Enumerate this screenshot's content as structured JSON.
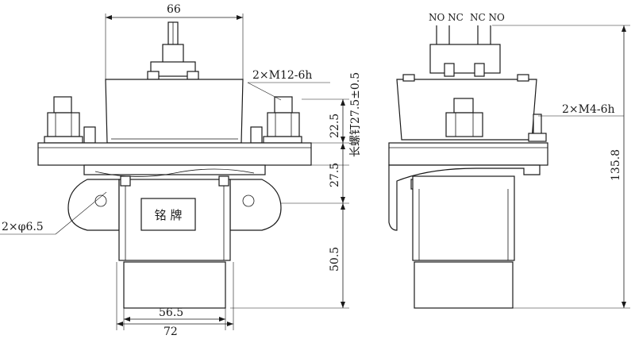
{
  "front_view": {
    "dim_top_width": "66",
    "dim_terminal_thread": "2×M12-6h",
    "dim_mount_holes": "2×φ6.5",
    "dim_bottom_inner": "56.5",
    "dim_bottom_outer": "72",
    "nameplate": "铭 牌",
    "dim_right_22": "22.5",
    "dim_right_27": "27.5",
    "dim_right_50": "50.5",
    "long_screw_label": "长螺钉27.5±0.5"
  },
  "side_view": {
    "contacts_left": "NO NC",
    "contacts_right": "NC NO",
    "dim_aux_thread": "2×M4-6h",
    "dim_total_height": "135.8"
  }
}
